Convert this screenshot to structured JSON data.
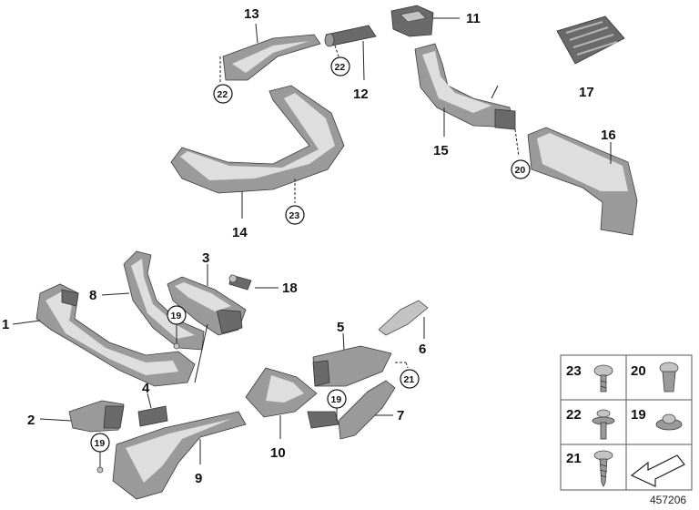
{
  "parts": {
    "p1": "1",
    "p2": "2",
    "p3": "3",
    "p4": "4",
    "p5": "5",
    "p6": "6",
    "p7": "7",
    "p8": "8",
    "p9": "9",
    "p10": "10",
    "p11": "11",
    "p12": "12",
    "p13": "13",
    "p14": "14",
    "p15": "15",
    "p16": "16",
    "p17": "17",
    "p18": "18"
  },
  "callouts": {
    "c22a": "22",
    "c22b": "22",
    "c23": "23",
    "c20": "20",
    "c19a": "19",
    "c19b": "19",
    "c19c": "19",
    "c21": "21"
  },
  "legend": [
    "23",
    "20",
    "22",
    "19",
    "21"
  ],
  "document_number": "457206"
}
